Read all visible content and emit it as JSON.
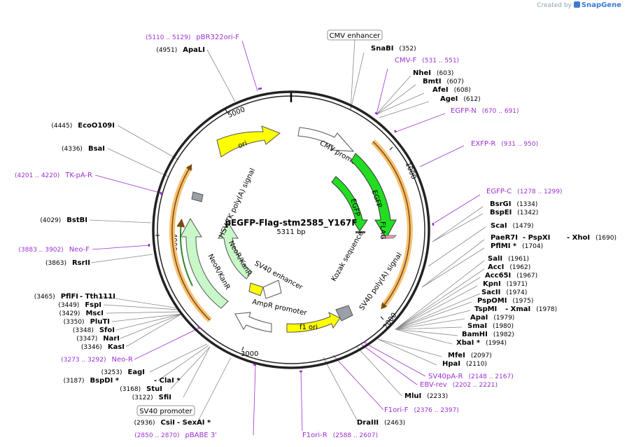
{
  "brand": {
    "created_by": "Created by",
    "name": "SnapGene"
  },
  "title": "pEGFP-Flag-stm2585_Y167F",
  "size": "5311 bp",
  "ticks": [
    "1000",
    "2000",
    "3000",
    "4000",
    "5000"
  ],
  "colors": {
    "ring": "#222222",
    "primer": "#9b30d0",
    "orange_feature": "#f7b045",
    "green_bright": "#22dd22",
    "green_light": "#c8f7c8",
    "yellow": "#ffff00",
    "grey_white": "#ffffff"
  },
  "features": {
    "ori": "ori",
    "cmv_promoter": "CMV promoter",
    "egfp": "EGFP",
    "egfp_inner": "EGFP",
    "flag": "FLAG",
    "kozak": "Kozak sequence",
    "sv40_polya": "SV40 poly(A) signal",
    "f1_ori": "f1 ori",
    "ampr_promoter": "AmpR promoter",
    "sv40_enhancer": "SV40 enhancer",
    "neor_kanr": "NeoR/KanR",
    "neor_kanr_2": "NeoR/KanR",
    "hsv_tk_polya": "HSV TK poly(A) signal",
    "cmv_enhancer": "CMV enhancer",
    "sv40_promoter": "SV40 promoter"
  },
  "sites": [
    {
      "kind": "enzyme",
      "name": "SnaBI",
      "pos": "(352)"
    },
    {
      "kind": "primer",
      "name": "CMV-F",
      "pos": "(531 .. 551)"
    },
    {
      "kind": "enzyme",
      "name": "NheI",
      "pos": "(603)"
    },
    {
      "kind": "enzyme",
      "name": "BmtI",
      "pos": "(607)"
    },
    {
      "kind": "enzyme",
      "name": "AfeI",
      "pos": "(608)"
    },
    {
      "kind": "enzyme",
      "name": "AgeI",
      "pos": "(612)"
    },
    {
      "kind": "primer",
      "name": "EGFP-N",
      "pos": "(670 .. 691)"
    },
    {
      "kind": "primer",
      "name": "EXFP-R",
      "pos": "(931 .. 950)"
    },
    {
      "kind": "primer",
      "name": "EGFP-C",
      "pos": "(1278 .. 1299)"
    },
    {
      "kind": "enzyme",
      "name": "BsrGI",
      "pos": "(1334)"
    },
    {
      "kind": "enzyme",
      "name": "BspEI",
      "pos": "(1342)"
    },
    {
      "kind": "enzyme",
      "name": "ScaI",
      "pos": "(1479)"
    },
    {
      "kind": "enzyme",
      "name": "PaeR7I",
      "pos": ""
    },
    {
      "kind": "enzyme",
      "name": "- PspXI",
      "pos": ""
    },
    {
      "kind": "enzyme",
      "name": "- XhoI",
      "pos": "(1690)"
    },
    {
      "kind": "enzyme",
      "name": "PflMI *",
      "pos": "(1704)"
    },
    {
      "kind": "enzyme",
      "name": "SalI",
      "pos": "(1961)"
    },
    {
      "kind": "enzyme",
      "name": "AccI",
      "pos": "(1962)"
    },
    {
      "kind": "enzyme",
      "name": "Acc65I",
      "pos": "(1967)"
    },
    {
      "kind": "enzyme",
      "name": "KpnI",
      "pos": "(1971)"
    },
    {
      "kind": "enzyme",
      "name": "SacII",
      "pos": "(1974)"
    },
    {
      "kind": "enzyme",
      "name": "PspOMI",
      "pos": "(1975)"
    },
    {
      "kind": "enzyme",
      "name": "TspMI",
      "pos": ""
    },
    {
      "kind": "enzyme",
      "name": "- XmaI",
      "pos": "(1978)"
    },
    {
      "kind": "enzyme",
      "name": "ApaI",
      "pos": "(1979)"
    },
    {
      "kind": "enzyme",
      "name": "SmaI",
      "pos": "(1980)"
    },
    {
      "kind": "enzyme",
      "name": "BamHI",
      "pos": "(1982)"
    },
    {
      "kind": "enzyme",
      "name": "XbaI *",
      "pos": "(1994)"
    },
    {
      "kind": "enzyme",
      "name": "MfeI",
      "pos": "(2097)"
    },
    {
      "kind": "enzyme",
      "name": "HpaI",
      "pos": "(2110)"
    },
    {
      "kind": "primer",
      "name": "SV40pA-R",
      "pos": "(2148 .. 2167)"
    },
    {
      "kind": "primer",
      "name": "EBV-rev",
      "pos": "(2202 .. 2221)"
    },
    {
      "kind": "enzyme",
      "name": "MluI",
      "pos": "(2233)"
    },
    {
      "kind": "primer",
      "name": "F1ori-F",
      "pos": "(2376 .. 2397)"
    },
    {
      "kind": "enzyme",
      "name": "DraIII",
      "pos": "(2463)"
    },
    {
      "kind": "primer",
      "name": "F1ori-R",
      "pos": "(2588 .. 2607)"
    },
    {
      "kind": "primer",
      "name": "pBABE 3'",
      "pos": "(2850 .. 2870)"
    },
    {
      "kind": "enzyme",
      "name": "CsiI",
      "pos": "(2936)"
    },
    {
      "kind": "enzyme",
      "name": "- SexAI *",
      "pos": ""
    },
    {
      "kind": "enzyme",
      "name": "SfiI",
      "pos": "(3122)"
    },
    {
      "kind": "enzyme",
      "name": "StuI",
      "pos": "(3168)"
    },
    {
      "kind": "enzyme",
      "name": "BspDI *",
      "pos": "(3187)"
    },
    {
      "kind": "enzyme",
      "name": "- ClaI *",
      "pos": ""
    },
    {
      "kind": "enzyme",
      "name": "EagI",
      "pos": "(3253)"
    },
    {
      "kind": "primer",
      "name": "Neo-R",
      "pos": "(3273 .. 3292)"
    },
    {
      "kind": "enzyme",
      "name": "KasI",
      "pos": "(3346)"
    },
    {
      "kind": "enzyme",
      "name": "NarI",
      "pos": "(3347)"
    },
    {
      "kind": "enzyme",
      "name": "SfoI",
      "pos": "(3348)"
    },
    {
      "kind": "enzyme",
      "name": "PluTI",
      "pos": "(3350)"
    },
    {
      "kind": "enzyme",
      "name": "MscI",
      "pos": "(3429)"
    },
    {
      "kind": "enzyme",
      "name": "FspI",
      "pos": "(3449)"
    },
    {
      "kind": "enzyme",
      "name": "PflFI",
      "pos": "(3465)"
    },
    {
      "kind": "enzyme",
      "name": "- Tth111I",
      "pos": ""
    },
    {
      "kind": "enzyme",
      "name": "RsrII",
      "pos": "(3863)"
    },
    {
      "kind": "primer",
      "name": "Neo-F",
      "pos": "(3883 .. 3902)"
    },
    {
      "kind": "enzyme",
      "name": "BstBI",
      "pos": "(4029)"
    },
    {
      "kind": "primer",
      "name": "TK-pA-R",
      "pos": "(4201 .. 4220)"
    },
    {
      "kind": "enzyme",
      "name": "BsaI",
      "pos": "(4336)"
    },
    {
      "kind": "enzyme",
      "name": "EcoO109I",
      "pos": "(4445)"
    },
    {
      "kind": "enzyme",
      "name": "ApaLI",
      "pos": "(4951)"
    },
    {
      "kind": "primer",
      "name": "pBR322ori-F",
      "pos": "(5110 .. 5129)"
    }
  ]
}
